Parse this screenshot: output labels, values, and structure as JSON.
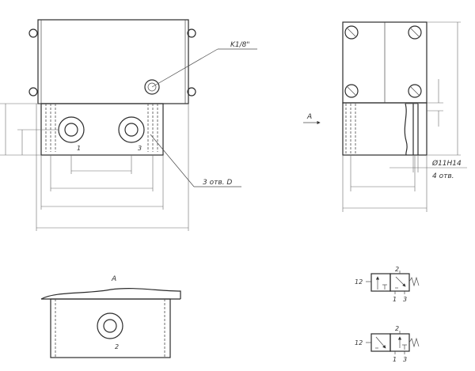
{
  "labels": {
    "thread": "K1/8\"",
    "holes": "3 отв. D",
    "view": "A",
    "port1": "1",
    "port3": "3",
    "port2": "2",
    "diameter": "Ø11H14",
    "holes_count": "4 отв.",
    "sym_port12": "12",
    "sym_port2": "2",
    "sym_port1": "1",
    "sym_port3": "3"
  }
}
